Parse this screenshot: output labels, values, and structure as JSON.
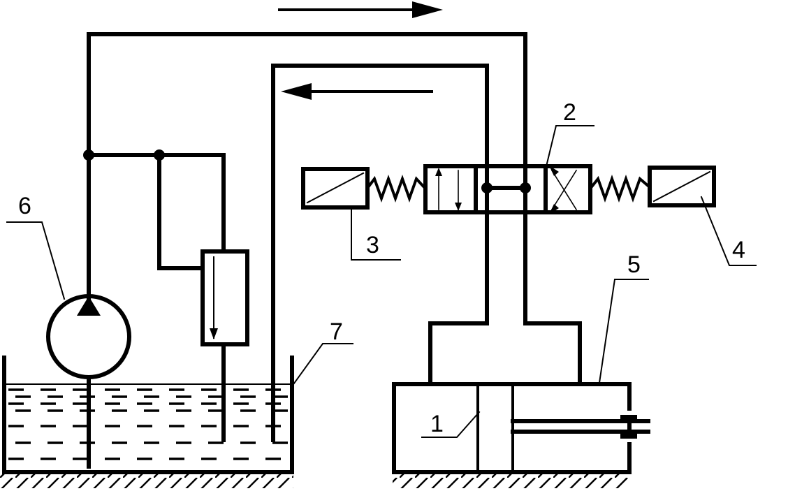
{
  "diagram": {
    "labels": {
      "cylinder": "1",
      "valve": "2",
      "solenoid_left": "3",
      "solenoid_right": "4",
      "cylinder_body": "5",
      "pump": "6",
      "tank": "7"
    }
  }
}
